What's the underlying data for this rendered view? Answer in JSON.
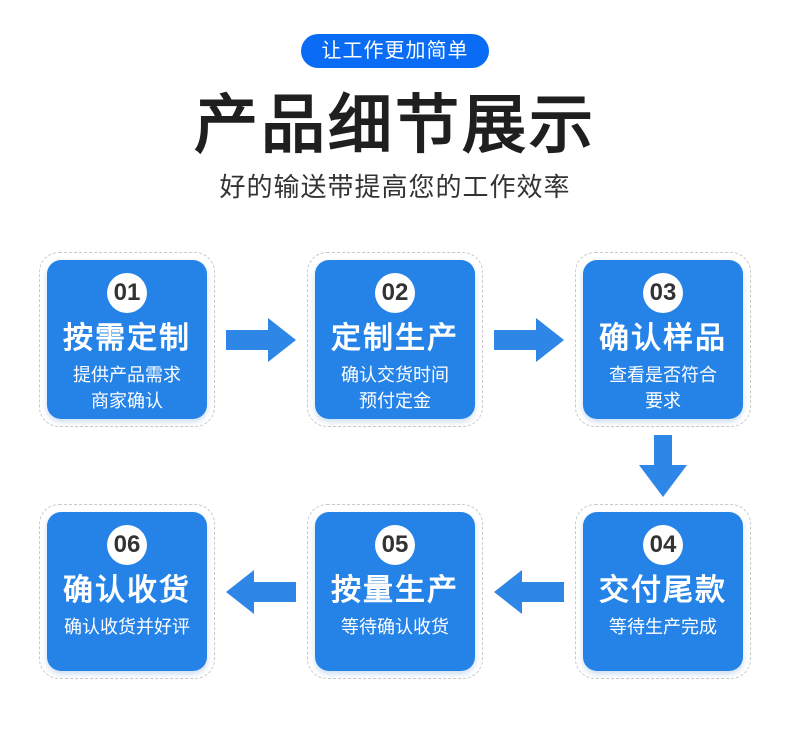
{
  "colors": {
    "pill_bg": "#0a6cf5",
    "box_bg": "#2583e8",
    "arrow": "#2e86e6",
    "dashed_border": "#c9c9c9",
    "title_color": "#1f1f1f"
  },
  "banner": {
    "label": "让工作更加简单"
  },
  "header": {
    "title": "产品细节展示",
    "subtitle": "好的输送带提高您的工作效率"
  },
  "steps": [
    {
      "number": "01",
      "title": "按需定制",
      "desc_lines": [
        "提供产品需求",
        "商家确认"
      ]
    },
    {
      "number": "02",
      "title": "定制生产",
      "desc_lines": [
        "确认交货时间",
        "预付定金"
      ]
    },
    {
      "number": "03",
      "title": "确认样品",
      "desc_lines": [
        "查看是否符合",
        "要求"
      ]
    },
    {
      "number": "04",
      "title": "交付尾款",
      "desc_lines": [
        "等待生产完成"
      ]
    },
    {
      "number": "05",
      "title": "按量生产",
      "desc_lines": [
        "等待确认收货"
      ]
    },
    {
      "number": "06",
      "title": "确认收货",
      "desc_lines": [
        "确认收货并好评"
      ]
    }
  ]
}
